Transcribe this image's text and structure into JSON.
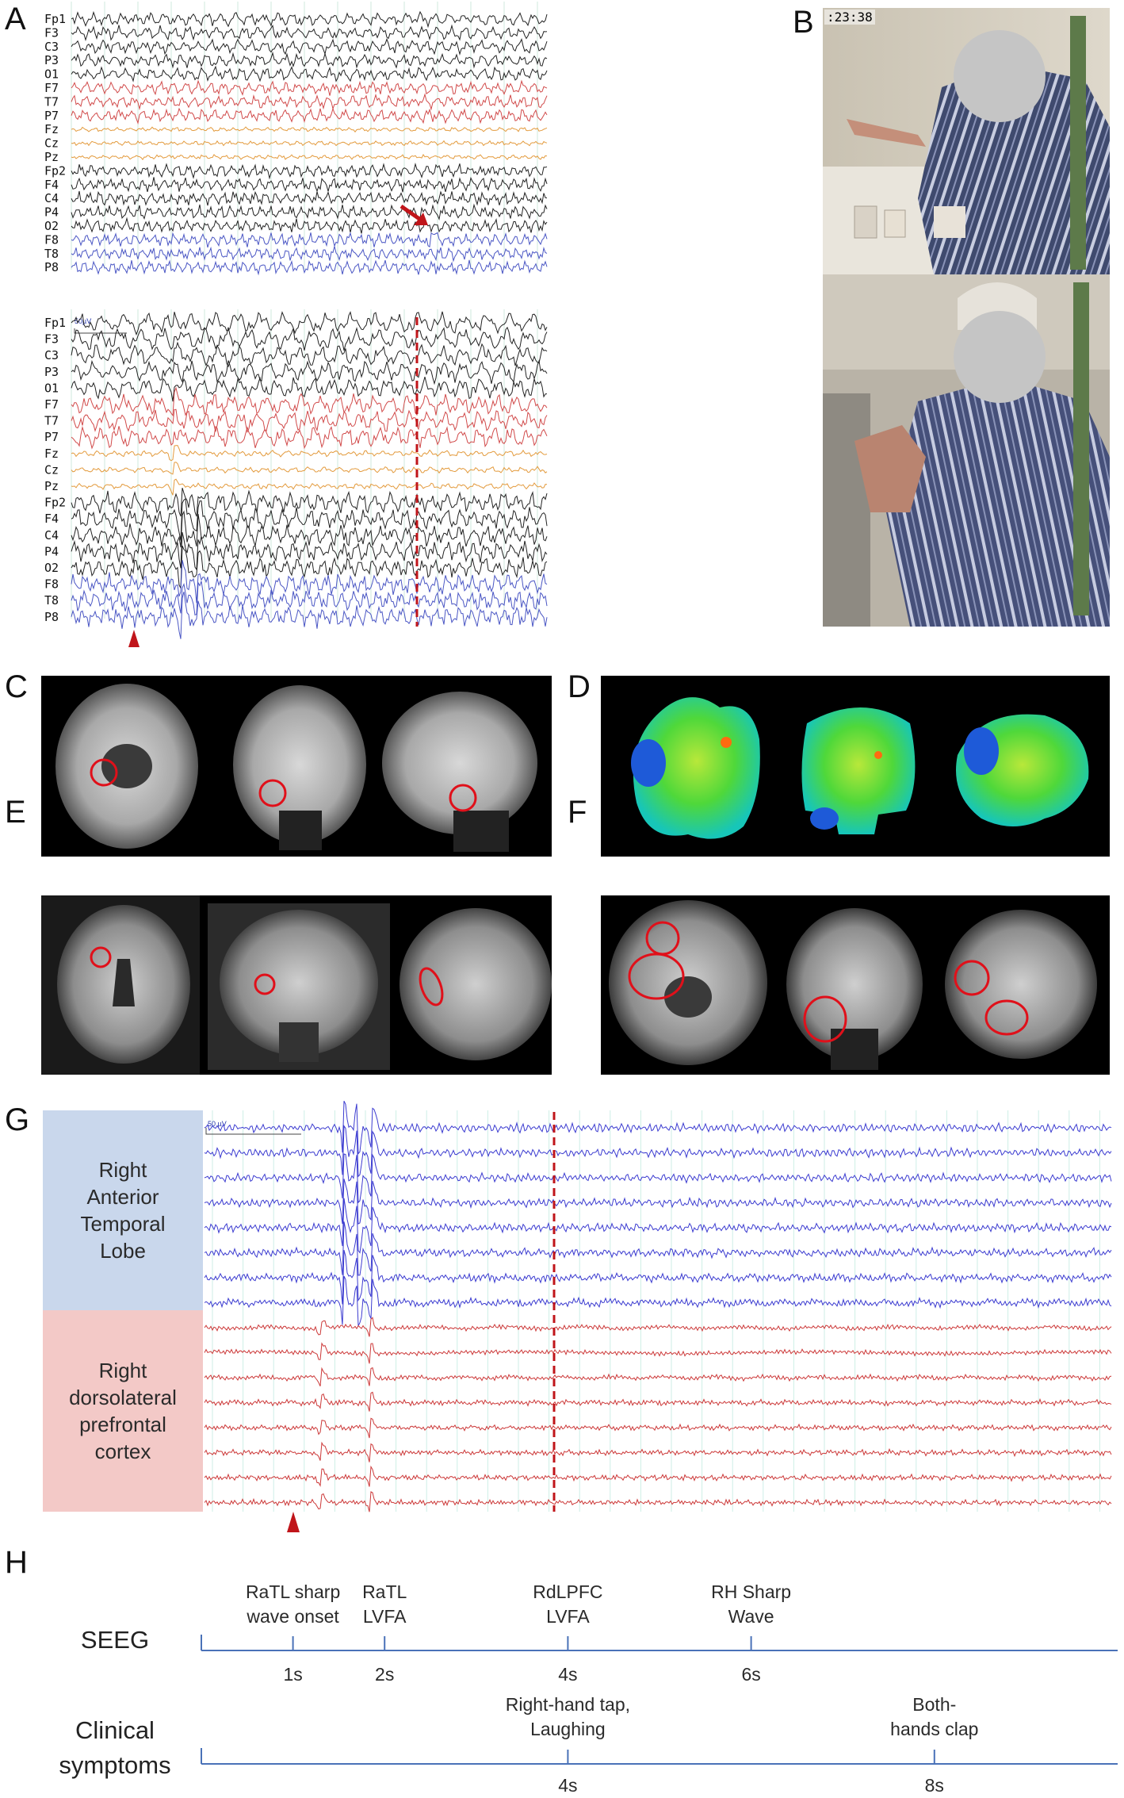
{
  "panels": {
    "a": "A",
    "b": "B",
    "c": "C",
    "d": "D",
    "e": "E",
    "f": "F",
    "g": "G",
    "h": "H"
  },
  "colors": {
    "left_frontal": "#222222",
    "left_temporal": "#d14a4a",
    "midline": "#e39a3c",
    "right_parasag": "#222222",
    "right_temporal": "#4a56c4",
    "marker": "#c0151a",
    "seeg_temporal": "#3b3bd0",
    "seeg_dlpfc": "#cc3838",
    "temporal_bg": "#c9d7ec",
    "dlpfc_bg": "#f3c9c7",
    "timeline": "#4a72b8"
  },
  "eeg_top": {
    "channels": [
      "Fp1",
      "F3",
      "C3",
      "P3",
      "O1",
      "F7",
      "T7",
      "P7",
      "Fz",
      "Cz",
      "Pz",
      "Fp2",
      "F4",
      "C4",
      "P4",
      "O2",
      "F8",
      "T8",
      "P8"
    ]
  },
  "eeg_bottom": {
    "channels": [
      "Fp1",
      "F3",
      "C3",
      "P3",
      "O1",
      "F7",
      "T7",
      "P7",
      "Fz",
      "Cz",
      "Pz",
      "Fp2",
      "F4",
      "C4",
      "P4",
      "O2",
      "F8",
      "T8",
      "P8"
    ],
    "scale_label": "50µV"
  },
  "video": {
    "timestamp": ":23:38"
  },
  "seeg": {
    "scale_label": "50 µV",
    "region_temporal": "Right\nAnterior\nTemporal\nLobe",
    "region_dlpfc": "Right\ndorsolateral\nprefrontal\ncortex"
  },
  "timeline": {
    "seeg_label": "SEEG",
    "clinical_label": "Clinical\nsymptoms",
    "seeg_events": [
      {
        "label": "RaTL sharp\nwave onset",
        "time": "1s"
      },
      {
        "label": "RaTL\nLVFA",
        "time": "2s"
      },
      {
        "label": "RdLPFC\nLVFA",
        "time": "4s"
      },
      {
        "label": "RH Sharp\nWave",
        "time": "6s"
      }
    ],
    "clinical_events": [
      {
        "label": "Right-hand tap,\nLaughing",
        "time": "4s"
      },
      {
        "label": "Both-\nhands clap",
        "time": "8s"
      }
    ]
  }
}
